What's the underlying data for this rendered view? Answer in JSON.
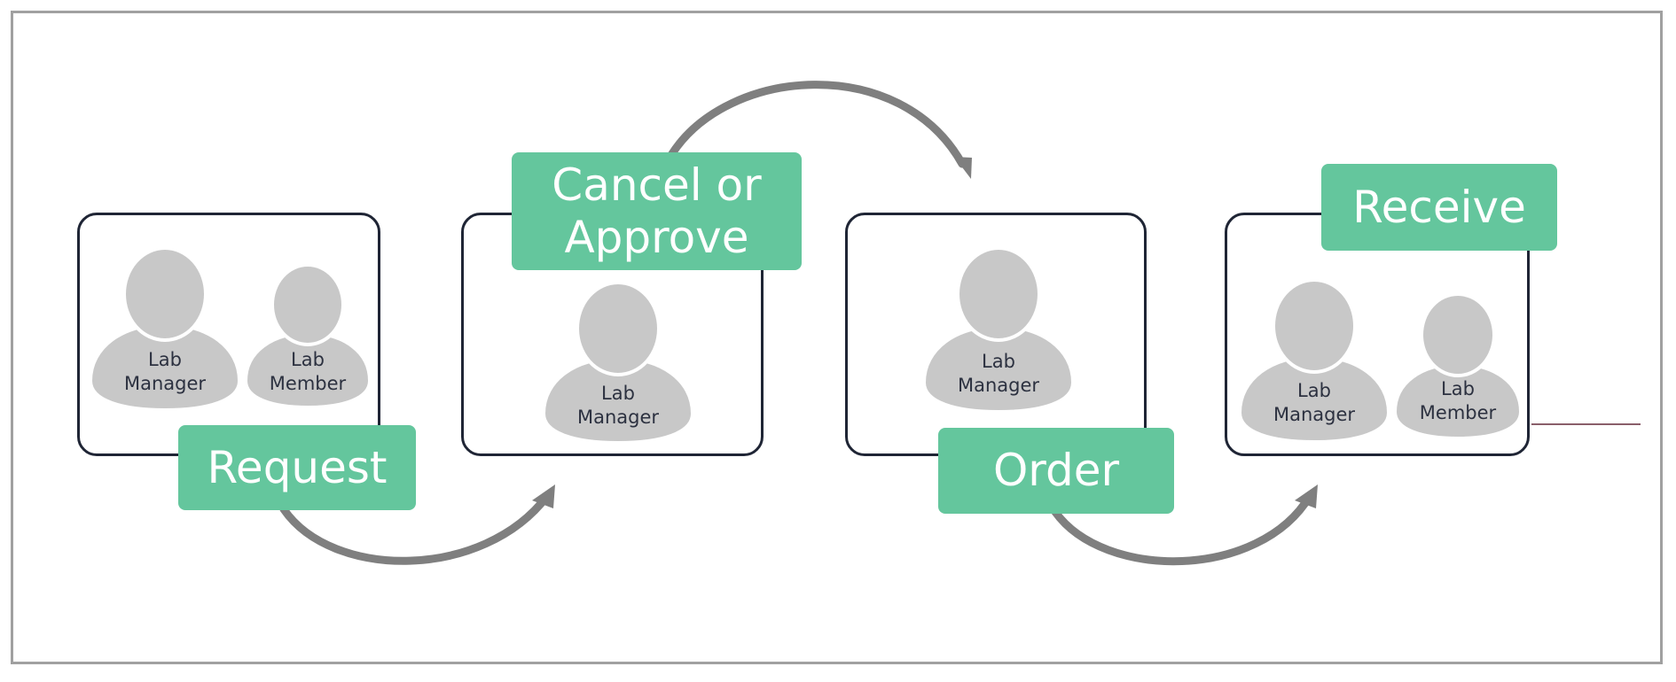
{
  "colors": {
    "label_bg": "#64c69d",
    "label_text": "#ffffff",
    "box_border": "#1f2535",
    "person_fill": "#c8c8c8",
    "arrow": "#7f7f7f",
    "frame": "#a0a0a0"
  },
  "stages": [
    {
      "label_lines": [
        "Request"
      ],
      "people": [
        {
          "lines": [
            "Lab",
            "Manager"
          ]
        },
        {
          "lines": [
            "Lab",
            "Member"
          ]
        }
      ]
    },
    {
      "label_lines": [
        "Cancel or",
        "Approve"
      ],
      "people": [
        {
          "lines": [
            "Lab",
            "Manager"
          ]
        }
      ]
    },
    {
      "label_lines": [
        "Order"
      ],
      "people": [
        {
          "lines": [
            "Lab",
            "Manager"
          ]
        }
      ]
    },
    {
      "label_lines": [
        "Receive"
      ],
      "people": [
        {
          "lines": [
            "Lab",
            "Manager"
          ]
        },
        {
          "lines": [
            "Lab",
            "Member"
          ]
        }
      ]
    }
  ],
  "connectors": [
    {
      "icon": "curved-arrow-icon",
      "from": "Request",
      "to": "Cancel or Approve"
    },
    {
      "icon": "curved-arrow-icon",
      "from": "Cancel or Approve",
      "to": "Order"
    },
    {
      "icon": "curved-arrow-icon",
      "from": "Order",
      "to": "Receive"
    }
  ]
}
